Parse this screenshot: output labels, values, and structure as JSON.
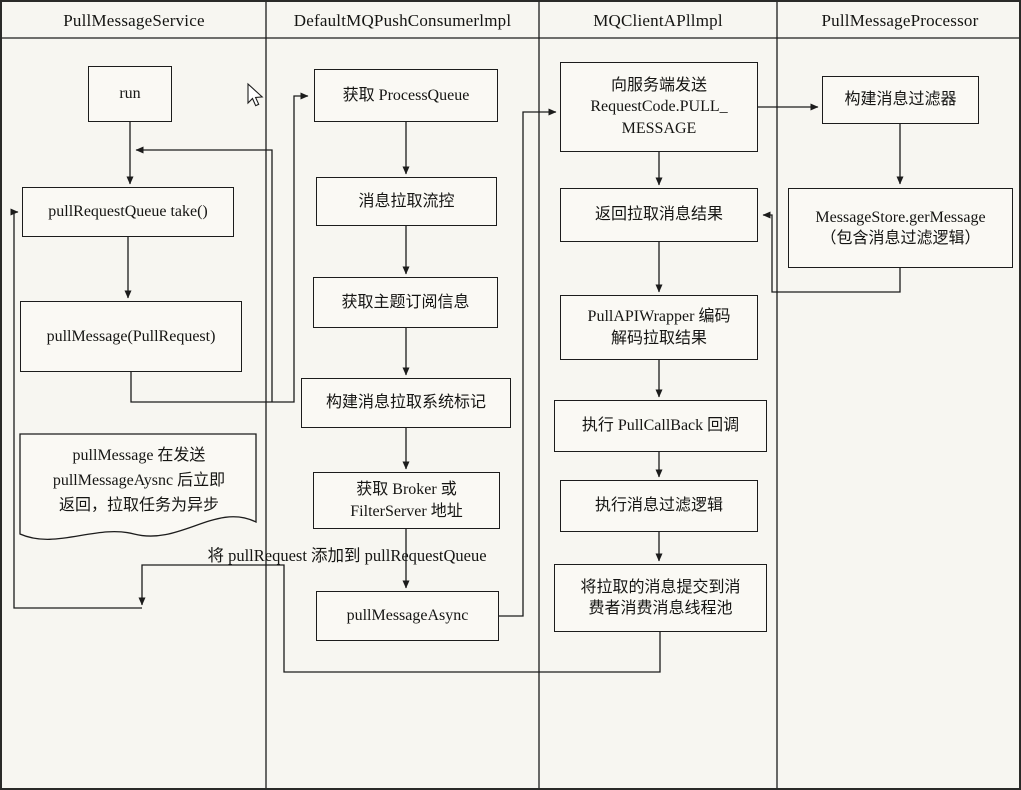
{
  "lanes": {
    "lane1_title": "PullMessageService",
    "lane2_title": "DefaultMQPushConsumerlmpl",
    "lane3_title": "MQClientAPllmpl",
    "lane4_title": "PullMessageProcessor"
  },
  "lane1": {
    "run": "run",
    "take": "pullRequestQueue take()",
    "pull_message": "pullMessage(PullRequest)",
    "note": "pullMessage 在发送\npullMessageAysnc 后立即\n返回，拉取任务为异步",
    "loop_label": "将 pullRequest 添加到 pullRequestQueue"
  },
  "lane2": {
    "get_process_queue": "获取 ProcessQueue",
    "flow_control": "消息拉取流控",
    "get_subscription": "获取主题订阅信息",
    "build_sysflag": "构建消息拉取系统标记",
    "get_broker": "获取 Broker 或\nFilterServer 地址",
    "pull_message_async": "pullMessageAsync"
  },
  "lane3": {
    "send_request": "向服务端发送\nRequestCode.PULL_\nMESSAGE",
    "return_result": "返回拉取消息结果",
    "wrapper_decode": "PullAPIWrapper 编码\n解码拉取结果",
    "exec_callback": "执行 PullCallBack 回调",
    "exec_filter": "执行消息过滤逻辑",
    "submit_to_pool": "将拉取的消息提交到消\n费者消费消息线程池"
  },
  "lane4": {
    "build_filter": "构建消息过滤器",
    "message_store": "MessageStore.gerMessage\n（包含消息过滤逻辑）"
  },
  "colors": {
    "line": "#1c1c1c",
    "paper": "#f7f6f1",
    "box_fill": "#faf9f4"
  }
}
